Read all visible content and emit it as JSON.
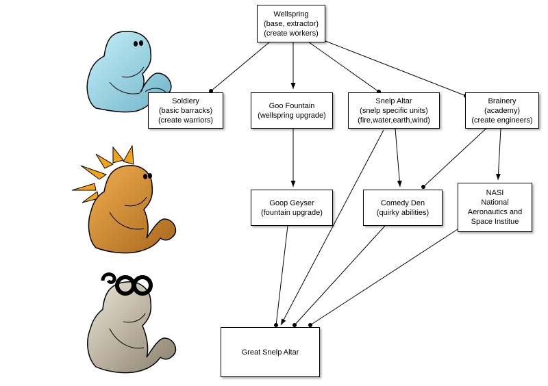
{
  "nodes": {
    "wellspring": {
      "lines": [
        "Wellspring",
        "(base, extractor)",
        "(create workers)"
      ]
    },
    "soldiery": {
      "lines": [
        "Soldiery",
        "(basic barracks)",
        "(create warriors)"
      ]
    },
    "goo_fountain": {
      "lines": [
        "Goo Fountain",
        "(wellspring upgrade)"
      ]
    },
    "snelp_altar": {
      "lines": [
        "Snelp Altar",
        "(snelp specific units)",
        "(fire,water,earth,wind)"
      ]
    },
    "brainery": {
      "lines": [
        "Brainery",
        "(academy)",
        "(create engineers)"
      ]
    },
    "goop_geyser": {
      "lines": [
        "Goop Geyser",
        "(fountain upgrade)"
      ]
    },
    "comedy_den": {
      "lines": [
        "Comedy Den",
        "(quirky abilities)"
      ]
    },
    "nasi": {
      "lines": [
        "NASI",
        "National",
        "Aeronautics and",
        "Space Institue"
      ]
    },
    "great_snelp_altar": {
      "lines": [
        "Great Snelp Altar"
      ]
    }
  },
  "edges": [
    {
      "from": "wellspring",
      "to": "soldiery",
      "end": "dot"
    },
    {
      "from": "wellspring",
      "to": "goo_fountain",
      "end": "arrow"
    },
    {
      "from": "wellspring",
      "to": "snelp_altar",
      "end": "dot"
    },
    {
      "from": "wellspring",
      "to": "brainery",
      "end": "dot"
    },
    {
      "from": "goo_fountain",
      "to": "goop_geyser",
      "end": "arrow"
    },
    {
      "from": "snelp_altar",
      "to": "comedy_den",
      "end": "arrow"
    },
    {
      "from": "brainery",
      "to": "comedy_den",
      "end": "dot"
    },
    {
      "from": "brainery",
      "to": "nasi",
      "end": "arrow"
    },
    {
      "from": "goop_geyser",
      "to": "great_snelp_altar",
      "end": "dot"
    },
    {
      "from": "snelp_altar",
      "to": "great_snelp_altar",
      "end": "arrow"
    },
    {
      "from": "comedy_den",
      "to": "great_snelp_altar",
      "end": "dot"
    },
    {
      "from": "nasi",
      "to": "great_snelp_altar",
      "end": "dot"
    }
  ],
  "creatures": [
    {
      "name": "blue-blob-creature",
      "color": "#a9e2ee"
    },
    {
      "name": "orange-spiky-creature",
      "color": "#d98e2e",
      "spike_color": "#f2a31a"
    },
    {
      "name": "tan-glasses-creature",
      "color": "#b9ad97"
    }
  ]
}
